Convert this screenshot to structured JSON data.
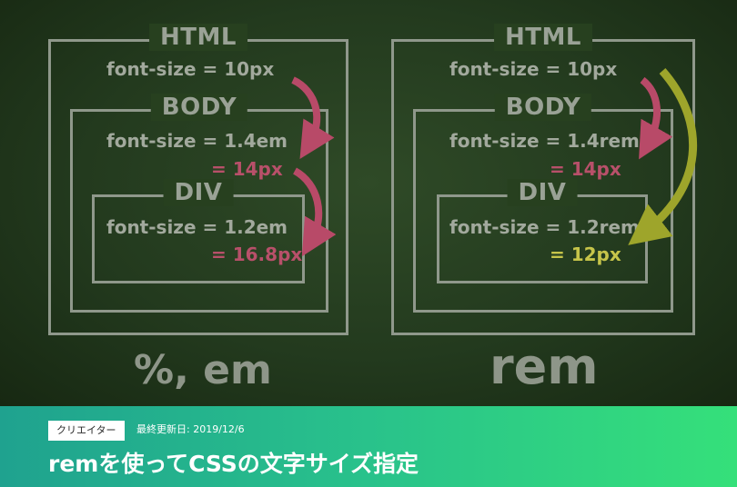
{
  "left": {
    "html_title": "HTML",
    "html_fs": "font-size = 10px",
    "body_title": "BODY",
    "body_fs": "font-size = 1.4em",
    "body_result": "= 14px",
    "div_title": "DIV",
    "div_fs": "font-size = 1.2em",
    "div_result": "= 16.8px",
    "caption": "%, em"
  },
  "right": {
    "html_title": "HTML",
    "html_fs": "font-size = 10px",
    "body_title": "BODY",
    "body_fs": "font-size = 1.4rem",
    "body_result": "= 14px",
    "div_title": "DIV",
    "div_fs": "font-size = 1.2rem",
    "div_result": "= 12px",
    "caption": "rem"
  },
  "banner": {
    "category": "クリエイター",
    "updated": "最終更新日: 2019/12/6",
    "title": "remを使ってCSSの文字サイズ指定"
  },
  "colors": {
    "pink_arrow": "#b84a68",
    "olive_arrow": "#9ea52b",
    "banner_start": "#1fa28f",
    "banner_end": "#35e07a"
  }
}
